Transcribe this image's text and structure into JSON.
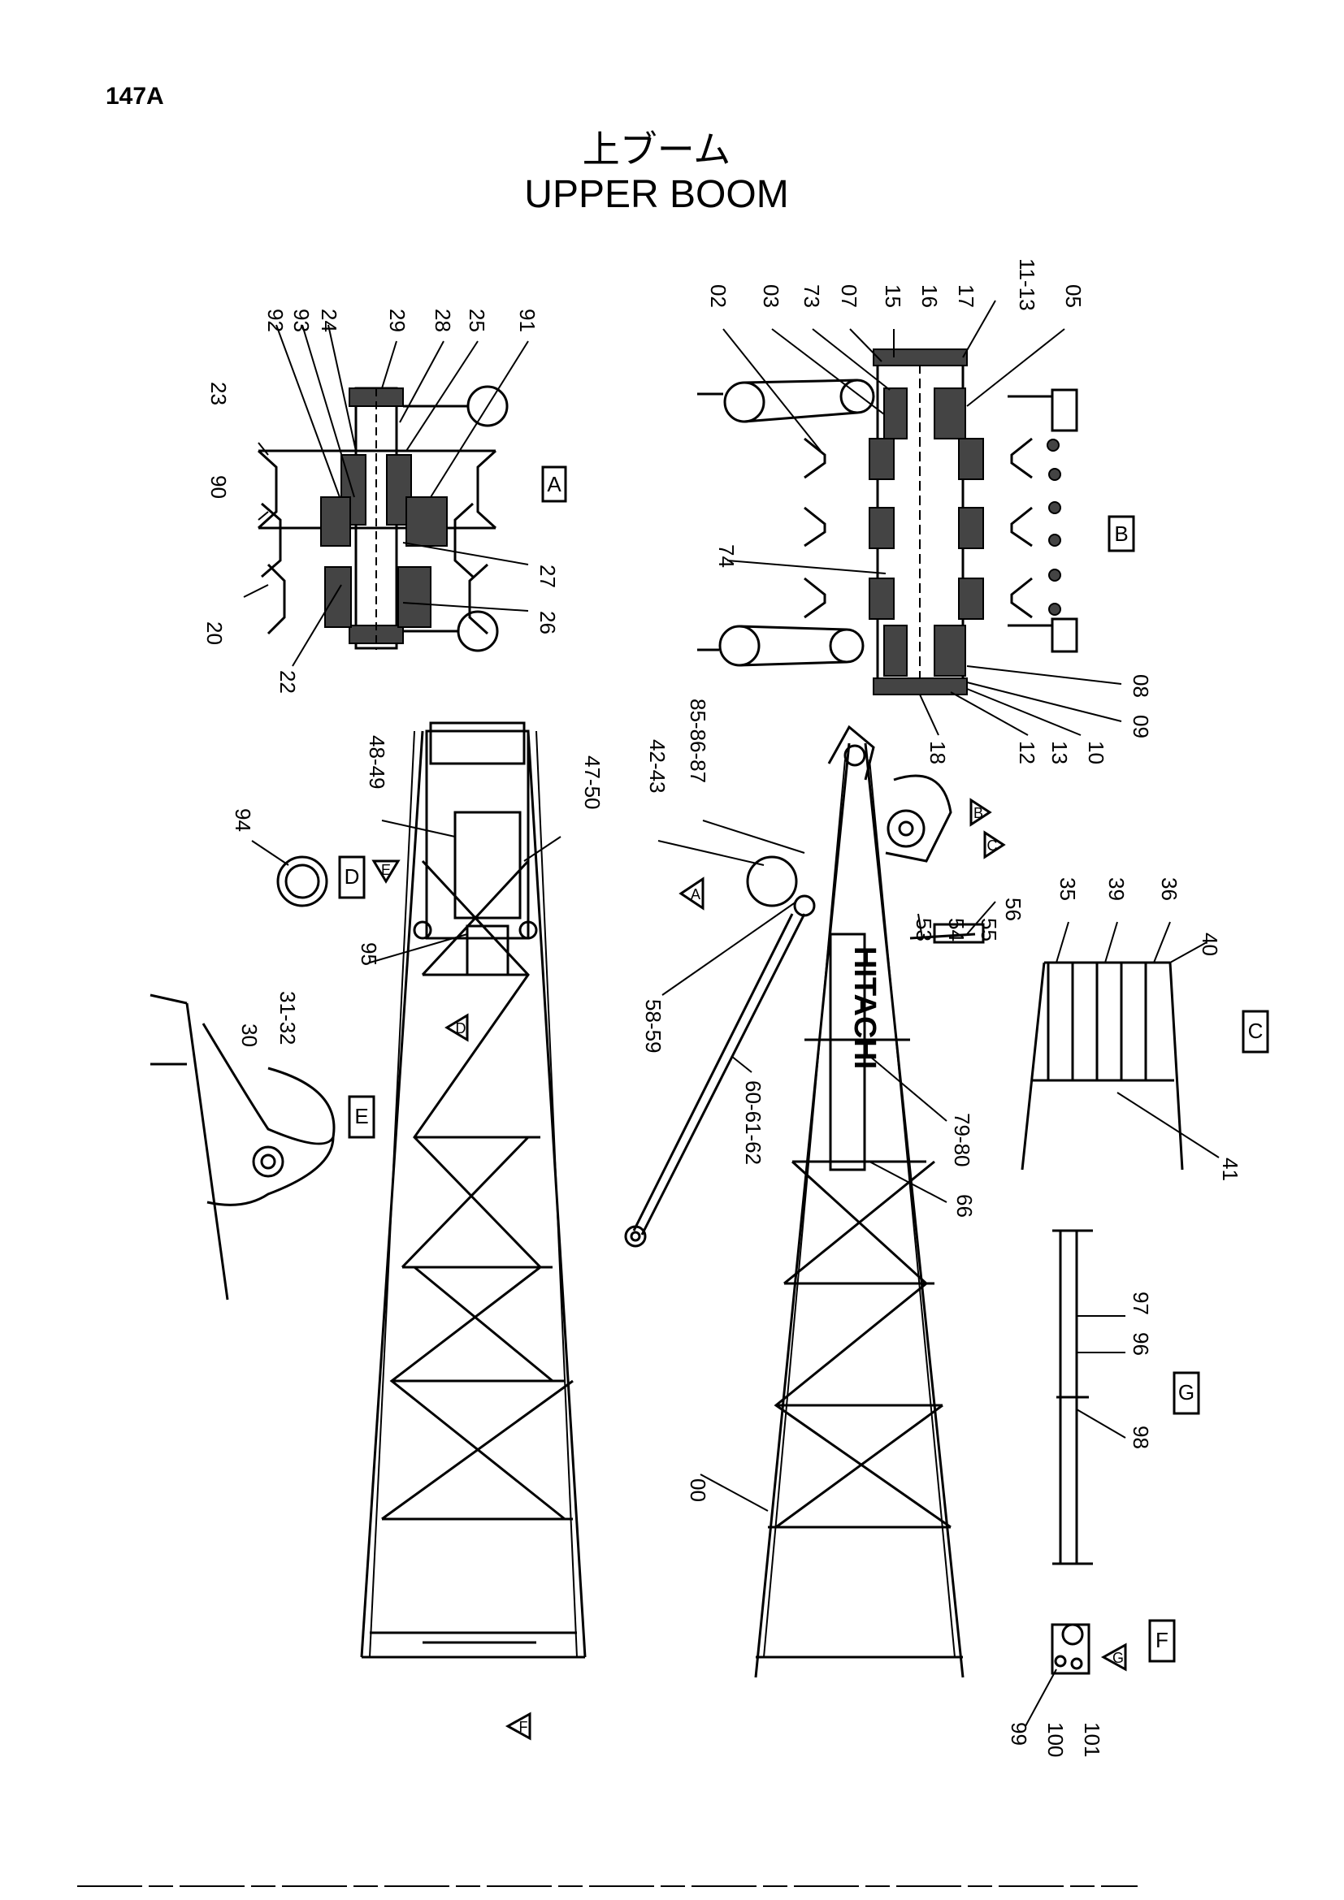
{
  "page_code": "147A",
  "title_jp": "上ブーム",
  "title_en": "UPPER BOOM",
  "brand_text": "HITACHI",
  "views": {
    "A": {
      "letter": "A",
      "labels": [
        "92",
        "93",
        "24",
        "29",
        "28",
        "25",
        "91",
        "23",
        "90",
        "27",
        "26",
        "20",
        "22"
      ]
    },
    "B": {
      "letter": "B",
      "labels": [
        "02",
        "03",
        "73",
        "07",
        "15",
        "16",
        "17",
        "11-13",
        "05",
        "74",
        "08",
        "09",
        "10",
        "13",
        "12",
        "18"
      ]
    },
    "C": {
      "letter": "C",
      "labels": [
        "35",
        "39",
        "36",
        "40",
        "41"
      ]
    },
    "D": {
      "letter": "D",
      "labels": [
        "94"
      ]
    },
    "E": {
      "letter": "E",
      "labels": [
        "30",
        "31-32"
      ]
    },
    "F": {
      "letter": "F",
      "labels": [
        "99",
        "100",
        "101"
      ]
    },
    "G": {
      "letter": "G",
      "labels": [
        "97",
        "96",
        "98"
      ]
    }
  },
  "left_boom_labels": [
    "48-49",
    "47-50",
    "95"
  ],
  "right_boom_labels": [
    "42-43",
    "85-86-87",
    "56",
    "53",
    "54",
    "55",
    "58-59",
    "60-61-62",
    "79-80",
    "66",
    "00"
  ],
  "arrow_markers": [
    "A",
    "B",
    "C",
    "D",
    "E",
    "F",
    "G"
  ]
}
